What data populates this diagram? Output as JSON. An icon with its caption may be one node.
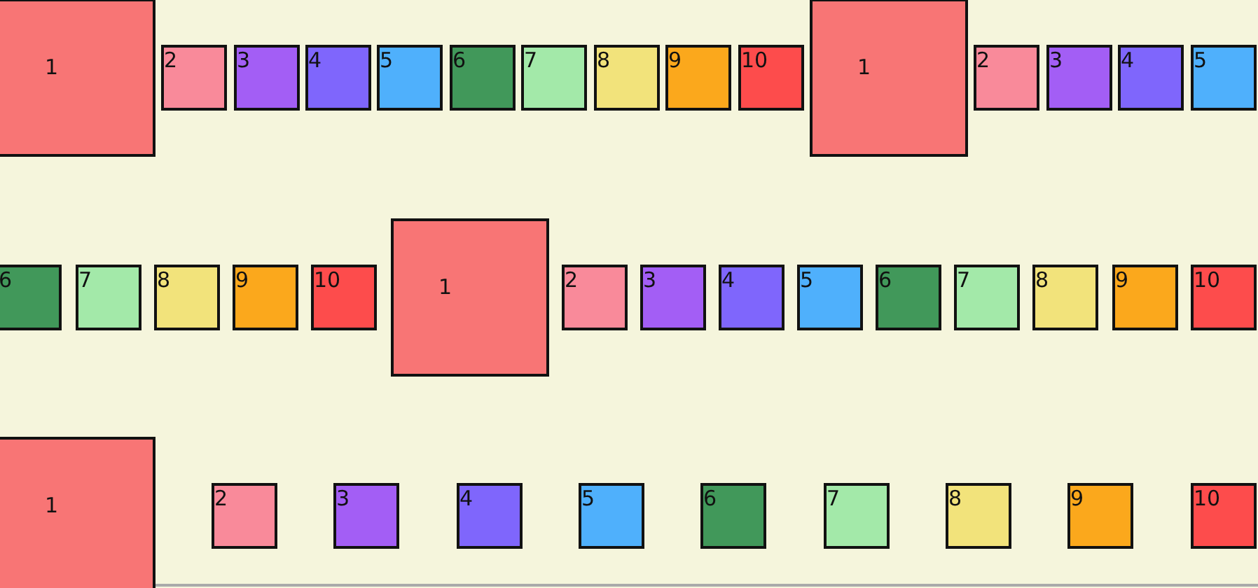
{
  "diagram": {
    "nodes": [
      {
        "text": [
          "1"
        ]
      },
      {
        "text": [
          "2"
        ]
      },
      {
        "text": [
          "3"
        ]
      },
      {
        "text": [
          "4"
        ]
      },
      {
        "text": [
          "5"
        ]
      },
      {
        "text": [
          "6"
        ]
      },
      {
        "text": [
          "7"
        ]
      },
      {
        "text": [
          "8"
        ]
      },
      {
        "text": [
          "9"
        ]
      },
      {
        "text": [
          "10"
        ]
      },
      {
        "text": [
          "1"
        ]
      },
      {
        "text": [
          "2"
        ]
      },
      {
        "text": [
          "3"
        ]
      },
      {
        "text": [
          "4"
        ]
      },
      {
        "text": [
          "5"
        ]
      },
      {
        "text": [
          "6"
        ]
      },
      {
        "text": [
          "7"
        ]
      },
      {
        "text": [
          "8"
        ]
      },
      {
        "text": [
          "9"
        ]
      },
      {
        "text": [
          "10"
        ]
      },
      {
        "text": [
          "1"
        ]
      },
      {
        "text": [
          "2"
        ]
      },
      {
        "text": [
          "3"
        ]
      },
      {
        "text": [
          "4"
        ]
      },
      {
        "text": [
          "5"
        ]
      },
      {
        "text": [
          "6"
        ]
      },
      {
        "text": [
          "7"
        ]
      },
      {
        "text": [
          "8"
        ]
      },
      {
        "text": [
          "9"
        ]
      },
      {
        "text": [
          "10"
        ]
      },
      {
        "text": [
          "1"
        ]
      },
      {
        "text": [
          "2"
        ]
      },
      {
        "text": [
          "3"
        ]
      },
      {
        "text": [
          "4"
        ]
      },
      {
        "text": [
          "5"
        ]
      },
      {
        "text": [
          "6"
        ]
      },
      {
        "text": [
          "7"
        ]
      },
      {
        "text": [
          "8"
        ]
      },
      {
        "text": [
          "9"
        ]
      },
      {
        "text": [
          "10"
        ]
      }
    ]
  }
}
